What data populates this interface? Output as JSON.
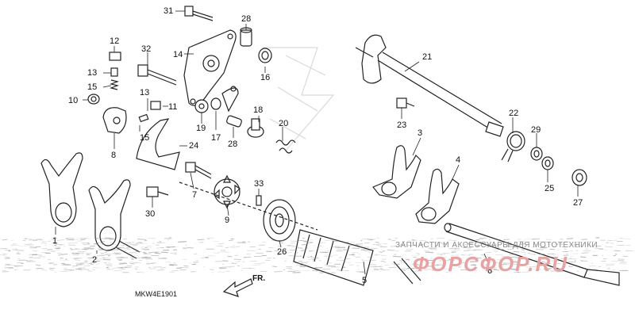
{
  "diagram": {
    "part_labels": [
      "1",
      "2",
      "3",
      "4",
      "5",
      "6",
      "7",
      "8",
      "9",
      "10",
      "11",
      "12",
      "13",
      "13",
      "14",
      "15",
      "15",
      "16",
      "17",
      "18",
      "19",
      "20",
      "21",
      "22",
      "23",
      "24",
      "25",
      "26",
      "27",
      "28",
      "28",
      "29",
      "30",
      "31",
      "32",
      "33"
    ],
    "drawing_code": "MKW4E1901",
    "direction_label": "FR.",
    "watermark_text": "ЗАПЧАСТИ И АКСЕССУАРЫ ДЛЯ МОТОТЕХНИКИ",
    "watermark_logo": "ФОРСФОР.RU",
    "colors": {
      "line": "#222222",
      "noise": "#9a9a9a",
      "watermark": "#e8a2a2"
    }
  }
}
